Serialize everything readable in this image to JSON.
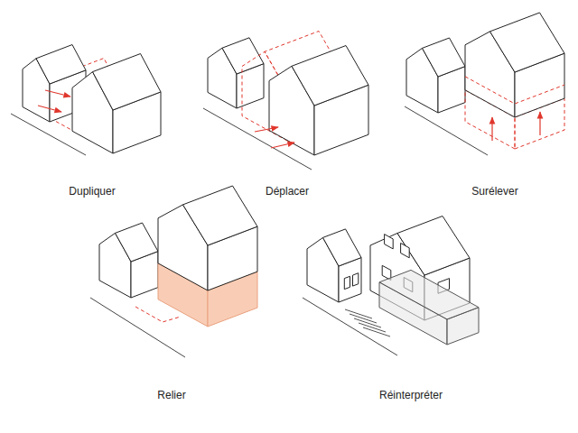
{
  "diagram": {
    "labels": [
      "Dupliquer",
      "Déplacer",
      "Surélever",
      "Relier",
      "Réinterpréter"
    ]
  }
}
